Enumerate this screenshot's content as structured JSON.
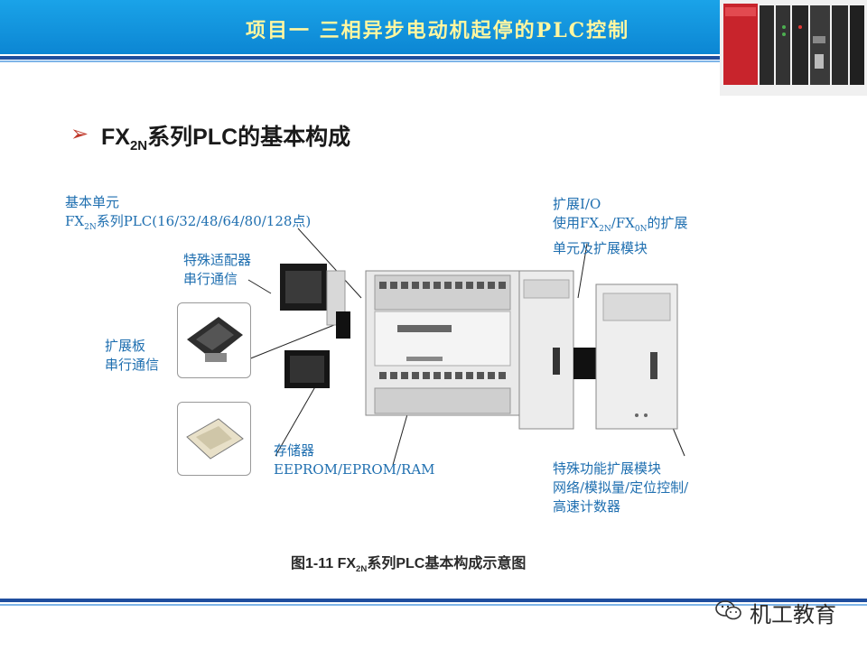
{
  "header": {
    "title": "项目一   三相异步电动机起停的PLC控制"
  },
  "heading": {
    "bullet": "➢",
    "prefix": "FX",
    "sub": "2N",
    "suffix": "系列PLC的基本构成"
  },
  "labels": {
    "basic_unit_line1": "基本单元",
    "basic_unit_line2_prefix": "FX",
    "basic_unit_line2_sub": "2N",
    "basic_unit_line2_suffix": "系列PLC(16/32/48/64/80/128点)",
    "special_adapter_line1": "特殊适配器",
    "special_adapter_line2": "串行通信",
    "expansion_board_line1": "扩展板",
    "expansion_board_line2": "串行通信",
    "memory_line1": "存储器",
    "memory_line2": "EEPROM/EPROM/RAM",
    "ext_io_line1": "扩展I/O",
    "ext_io_line2_a": "使用FX",
    "ext_io_line2_sub1": "2N",
    "ext_io_line2_b": "/FX",
    "ext_io_line2_sub2": "0N",
    "ext_io_line2_c": "的扩展",
    "ext_io_line3": "单元及扩展模块",
    "special_module_line1": "特殊功能扩展模块",
    "special_module_line2": "网络/模拟量/定位控制/",
    "special_module_line3": "高速计数器"
  },
  "caption": {
    "prefix": "图1-11    FX",
    "sub": "2N",
    "suffix": "系列PLC基本构成示意图"
  },
  "watermark": {
    "text": "机工教育",
    "icon": "wechat-icon"
  },
  "colors": {
    "header_bg": "#1aa3e8",
    "header_text": "#fff6a0",
    "label_text": "#1f6fb0",
    "rule": "#1f4e9e",
    "bullet": "#c0392b"
  }
}
